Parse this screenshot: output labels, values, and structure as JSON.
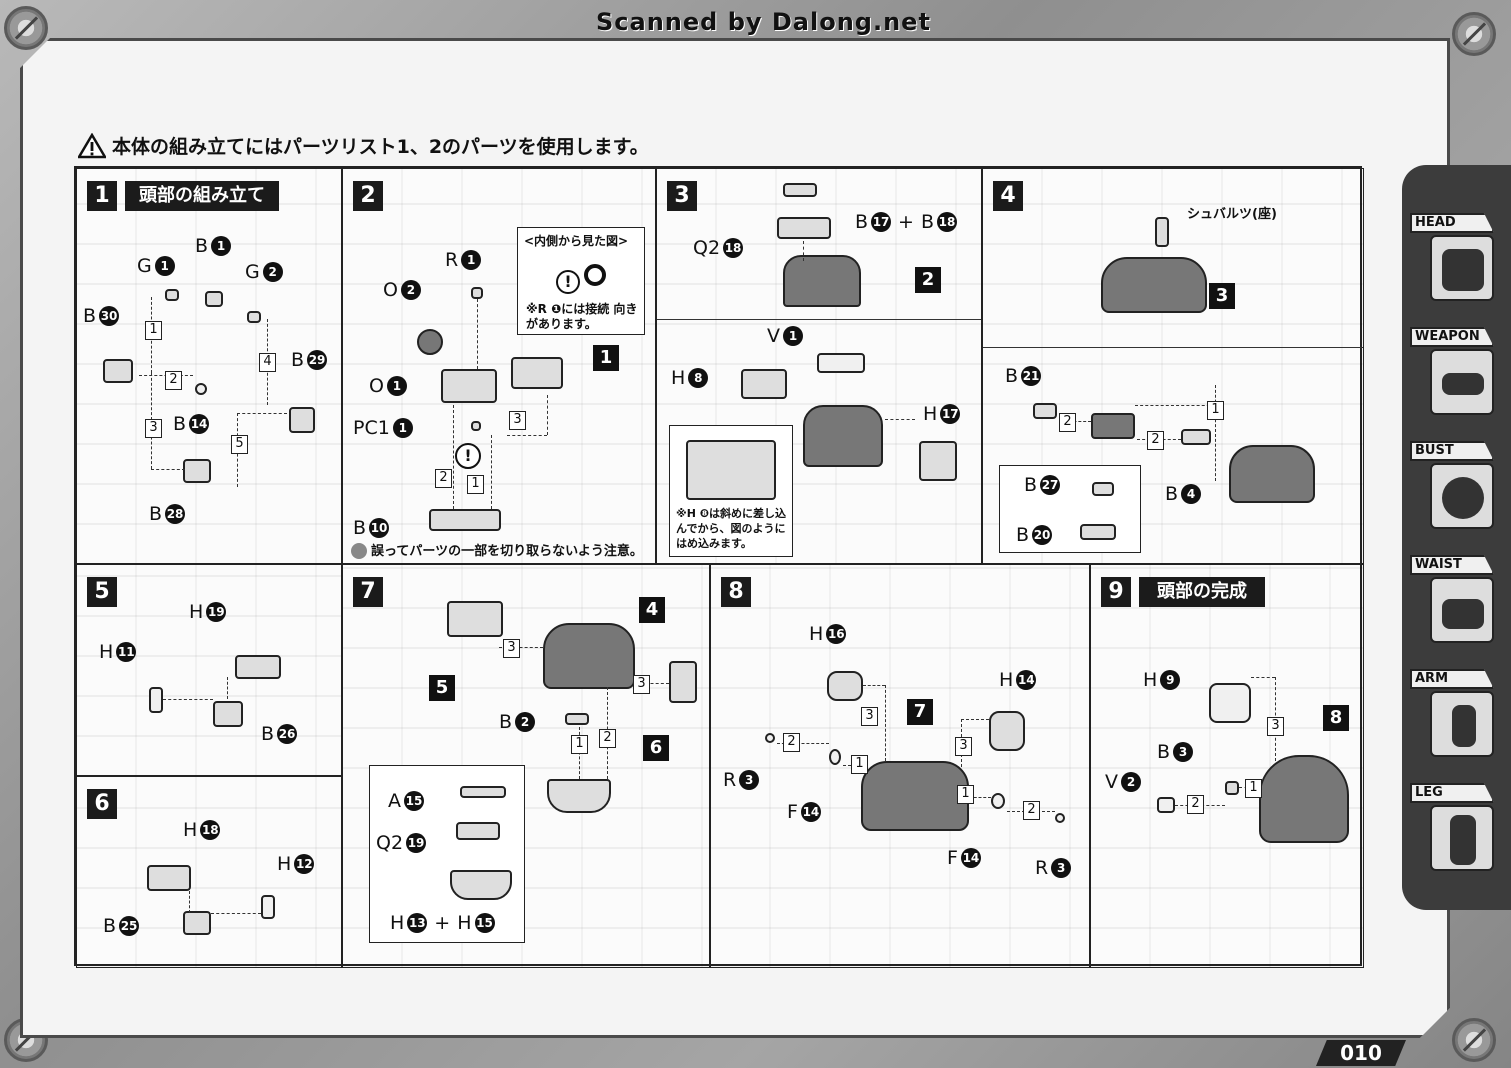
{
  "header": {
    "scanned_by": "Scanned by Dalong.net"
  },
  "warning": {
    "text": "本体の組み立てにはパーツリスト1、2のパーツを使用します。"
  },
  "steps": {
    "s1": {
      "number": "1",
      "title": "頭部の組み立て",
      "parts": {
        "b1": "B",
        "g1": "G",
        "g2": "G",
        "b30": "B",
        "b29": "B",
        "b14": "B",
        "b28": "B"
      },
      "nums": {
        "b1": "1",
        "g1": "1",
        "g2": "2",
        "b30": "30",
        "b29": "29",
        "b14": "14",
        "b28": "28"
      },
      "seq": [
        "1",
        "2",
        "3",
        "4",
        "5"
      ]
    },
    "s2": {
      "number": "2",
      "parts": {
        "r1": "R",
        "o2": "O",
        "o1": "O",
        "pc1": "PC1",
        "b10": "B"
      },
      "nums": {
        "r1": "1",
        "o2": "2",
        "o1": "1",
        "pc1": "1",
        "b10": "10"
      },
      "ref": "1",
      "seq": [
        "3",
        "2",
        "1"
      ],
      "inset_title": "<内側から見た図>",
      "inset_note": "※R ❶には接続 向きがあります。",
      "caution": "誤ってパーツの一部を切り取らないよう注意。"
    },
    "s3": {
      "number": "3",
      "parts": {
        "b17": "B",
        "b18": "B",
        "q2_18": "Q2",
        "v1": "V",
        "h8": "H",
        "h17": "H"
      },
      "nums": {
        "b17": "17",
        "b18": "18",
        "q2_18": "18",
        "v1": "1",
        "h8": "8",
        "h17": "17"
      },
      "plus": "+",
      "ref": "2",
      "note": "※H ❽は斜めに差し込んでから、図のようにはめ込みます。"
    },
    "s4": {
      "number": "4",
      "pilot": "シュバルツ(座)",
      "parts": {
        "b21": "B",
        "b27": "B",
        "b20": "B",
        "b4": "B"
      },
      "nums": {
        "b21": "21",
        "b27": "27",
        "b20": "20",
        "b4": "4"
      },
      "ref": "3",
      "seq": [
        "2",
        "2",
        "1"
      ]
    },
    "s5": {
      "number": "5",
      "parts": {
        "h19": "H",
        "h11": "H",
        "b26": "B"
      },
      "nums": {
        "h19": "19",
        "h11": "11",
        "b26": "26"
      }
    },
    "s6": {
      "number": "6",
      "parts": {
        "h18": "H",
        "h12": "H",
        "b25": "B"
      },
      "nums": {
        "h18": "18",
        "h12": "12",
        "b25": "25"
      }
    },
    "s7": {
      "number": "7",
      "parts": {
        "b2": "B",
        "a15": "A",
        "q2_19": "Q2",
        "h13": "H",
        "h15": "H"
      },
      "nums": {
        "b2": "2",
        "a15": "15",
        "q2_19": "19",
        "h13": "13",
        "h15": "15"
      },
      "plus": "+",
      "refs": [
        "4",
        "5",
        "6"
      ],
      "seq": [
        "3",
        "3",
        "1",
        "2"
      ]
    },
    "s8": {
      "number": "8",
      "parts": {
        "h16": "H",
        "h14": "H",
        "r3a": "R",
        "f14a": "F",
        "f14b": "F",
        "r3b": "R"
      },
      "nums": {
        "h16": "16",
        "h14": "14",
        "r3a": "3",
        "f14a": "14",
        "f14b": "14",
        "r3b": "3"
      },
      "ref": "7",
      "seq": [
        "3",
        "3",
        "2",
        "1",
        "1",
        "2"
      ]
    },
    "s9": {
      "number": "9",
      "title": "頭部の完成",
      "parts": {
        "h9": "H",
        "b3": "B",
        "v2": "V"
      },
      "nums": {
        "h9": "9",
        "b3": "3",
        "v2": "2"
      },
      "ref": "8",
      "seq": [
        "3",
        "2",
        "1"
      ]
    }
  },
  "side_tabs": [
    "HEAD",
    "WEAPON",
    "BUST",
    "WAIST",
    "ARM",
    "LEG"
  ],
  "page_number": "010"
}
